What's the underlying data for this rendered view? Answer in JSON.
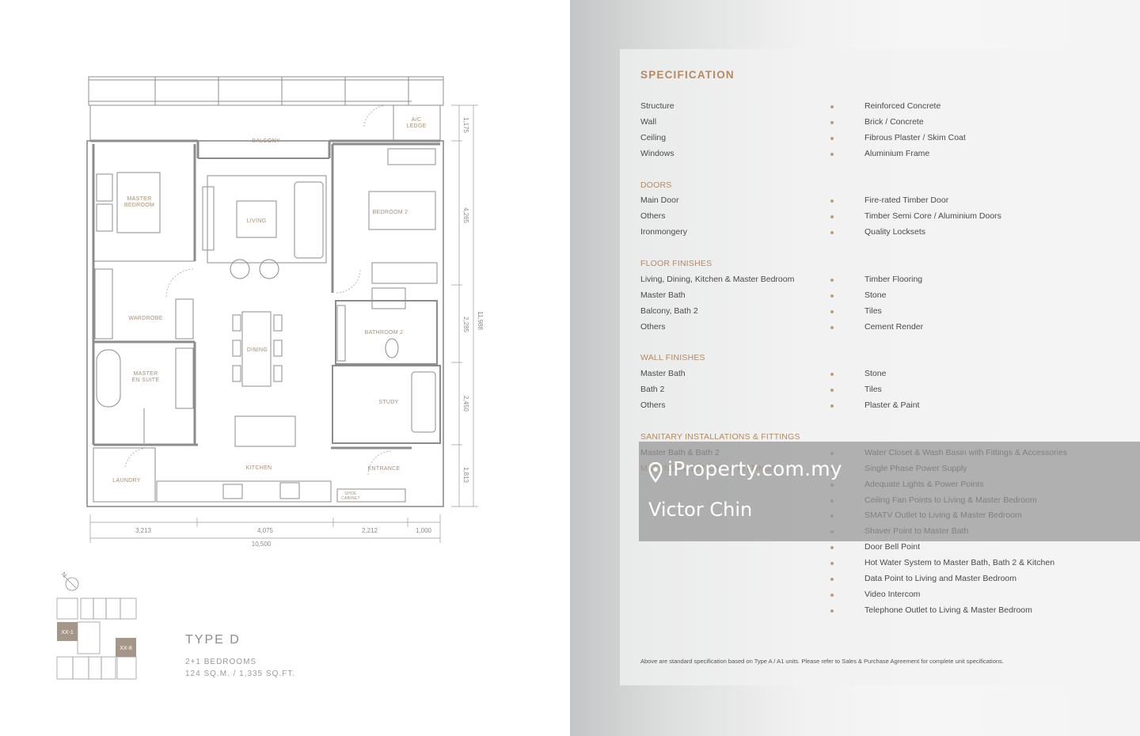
{
  "plan": {
    "rooms": {
      "balcony": "BALCONY",
      "ac_ledge_1": "A/C",
      "ac_ledge_2": "LEDGE",
      "master_bedroom_1": "MASTER",
      "master_bedroom_2": "BEDROOM",
      "living": "LIVING",
      "bedroom2": "BEDROOM 2",
      "wardrobe": "WARDROBE",
      "dining": "DINING",
      "bathroom2": "BATHROOM 2",
      "master_ensuite_1": "MASTER",
      "master_ensuite_2": "EN SUITE",
      "study": "STUDY",
      "laundry": "LAUNDRY",
      "kitchen": "KITCHEN",
      "entrance": "ENTRANCE",
      "shoe_cabinet_1": "SHOE",
      "shoe_cabinet_2": "CABINET"
    },
    "dims_right": [
      "1,175",
      "4,265",
      "2,285",
      "2,450",
      "1,813"
    ],
    "dim_total_right": "11,988",
    "dims_bottom": [
      "3,213",
      "4,075",
      "2,212",
      "1,000"
    ],
    "dim_total_bottom": "10,500",
    "compass": "N",
    "keyplan_units": [
      "XX-1",
      "XX-8"
    ]
  },
  "unit": {
    "type": "TYPE D",
    "bedrooms": "2+1 BEDROOMS",
    "area": "124 SQ.M. / 1,335 SQ.FT."
  },
  "spec": {
    "title": "SPECIFICATION",
    "general": [
      {
        "k": "Structure",
        "v": "Reinforced Concrete"
      },
      {
        "k": "Wall",
        "v": "Brick / Concrete"
      },
      {
        "k": "Ceiling",
        "v": "Fibrous Plaster / Skim Coat"
      },
      {
        "k": "Windows",
        "v": "Aluminium Frame"
      }
    ],
    "doors_head": "DOORS",
    "doors": [
      {
        "k": "Main Door",
        "v": "Fire-rated Timber Door"
      },
      {
        "k": "Others",
        "v": "Timber Semi Core / Aluminium Doors"
      },
      {
        "k": "Ironmongery",
        "v": "Quality Locksets"
      }
    ],
    "floor_head": "FLOOR FINISHES",
    "floor": [
      {
        "k": "Living, Dining, Kitchen & Master Bedroom",
        "v": "Timber Flooring"
      },
      {
        "k": "Master Bath",
        "v": "Stone"
      },
      {
        "k": "Balcony, Bath 2",
        "v": "Tiles"
      },
      {
        "k": "Others",
        "v": "Cement Render"
      }
    ],
    "wall_head": "WALL FINISHES",
    "wall": [
      {
        "k": "Master Bath",
        "v": "Stone"
      },
      {
        "k": "Bath 2",
        "v": "Tiles"
      },
      {
        "k": "Others",
        "v": "Plaster & Paint"
      }
    ],
    "sanitary_head": "SANITARY INSTALLATIONS & FITTINGS",
    "sanitary": [
      {
        "k": "Master Bath & Bath 2",
        "v": "Water Closet & Wash Basin with Fittings & Accessories"
      }
    ],
    "me_head": "M&E INSTALLATIONS & FITTINGS",
    "me": [
      {
        "k": "",
        "v": "Single Phase Power Supply"
      },
      {
        "k": "",
        "v": "Adequate Lights & Power Points"
      },
      {
        "k": "",
        "v": "Ceiling Fan Points to Living & Master Bedroom"
      },
      {
        "k": "",
        "v": "SMATV Outlet to Living & Master Bedroom"
      },
      {
        "k": "",
        "v": "Shaver Point to Master Bath"
      },
      {
        "k": "",
        "v": "Door Bell Point"
      },
      {
        "k": "",
        "v": "Hot Water System to Master Bath, Bath 2 & Kitchen"
      },
      {
        "k": "",
        "v": "Data Point to Living and Master Bedroom"
      },
      {
        "k": "",
        "v": "Video Intercom"
      },
      {
        "k": "",
        "v": "Telephone Outlet to Living & Master Bedroom"
      }
    ],
    "footnote": "Above are standard specification based on Type A / A1 units. Please refer to Sales & Purchase Agreement for complete unit specifications."
  },
  "watermark": {
    "logo": "iProperty.com.my",
    "name": "Victor Chin"
  },
  "colors": {
    "accent": "#b48a62",
    "bullet": "#c49a70",
    "plan_line": "#8c8c8c",
    "plan_label": "#a98f72"
  }
}
